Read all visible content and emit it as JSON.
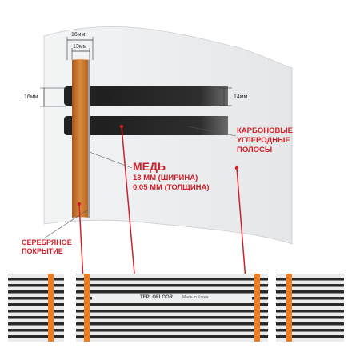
{
  "dimensions": {
    "copper_overall_width": "16мм",
    "copper_inner_width": "13мм",
    "strip_gap_left": "16мм",
    "strip_height_right": "14мм"
  },
  "labels": {
    "carbon_line1": "КАРБОНОВЫЕ",
    "carbon_line2": "УГЛЕРОДНЫЕ",
    "carbon_line3": "ПОЛОСЫ",
    "copper_title": "МЕДЬ",
    "copper_width": "13 ММ (ШИРИНА)",
    "copper_thickness": "0,05 ММ (ТОЛЩИНА)",
    "silver_line1": "СЕРЕБРЯНОЕ",
    "silver_line2": "ПОКРЫТИЕ"
  },
  "film_print": {
    "brand": "TEPLOFLOOR",
    "made_in": "Made in Korea"
  },
  "colors": {
    "accent_red": "#d0202a",
    "copper": "#c8702a",
    "carbon": "#2a2a2a",
    "film": "#e8eaec",
    "orange_bus": "#f07c20"
  }
}
